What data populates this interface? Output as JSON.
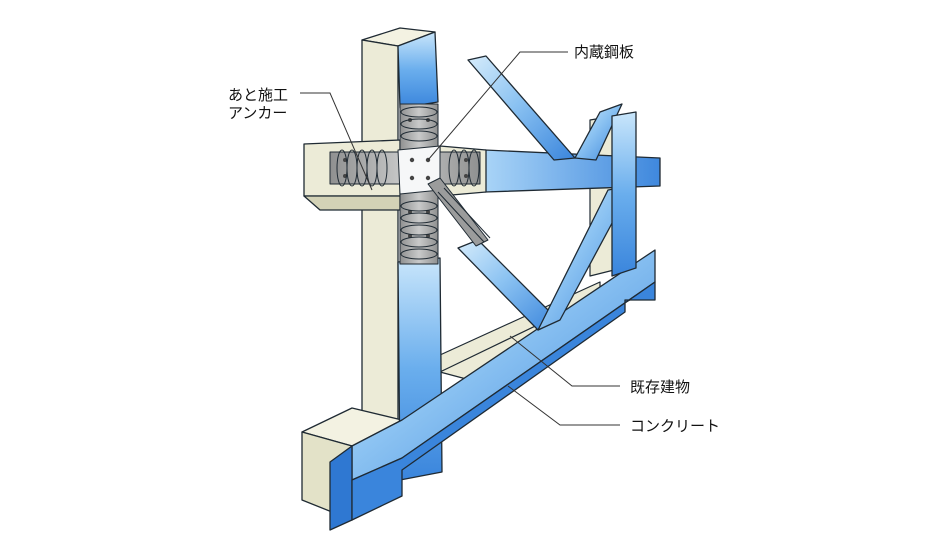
{
  "labels": {
    "embedded_steel_plate": "内蔵鋼板",
    "post_installed_anchor_line1": "あと施工",
    "post_installed_anchor_line2": "アンカー",
    "existing_building": "既存建物",
    "concrete": "コンクリート"
  },
  "colors": {
    "existing_concrete": "#ecebd7",
    "existing_side": "#d3d2b6",
    "brace_light": "#d6ecfb",
    "brace_dark": "#3a85dc",
    "steel": "#a9aaaa",
    "outline": "#1f2a33"
  }
}
